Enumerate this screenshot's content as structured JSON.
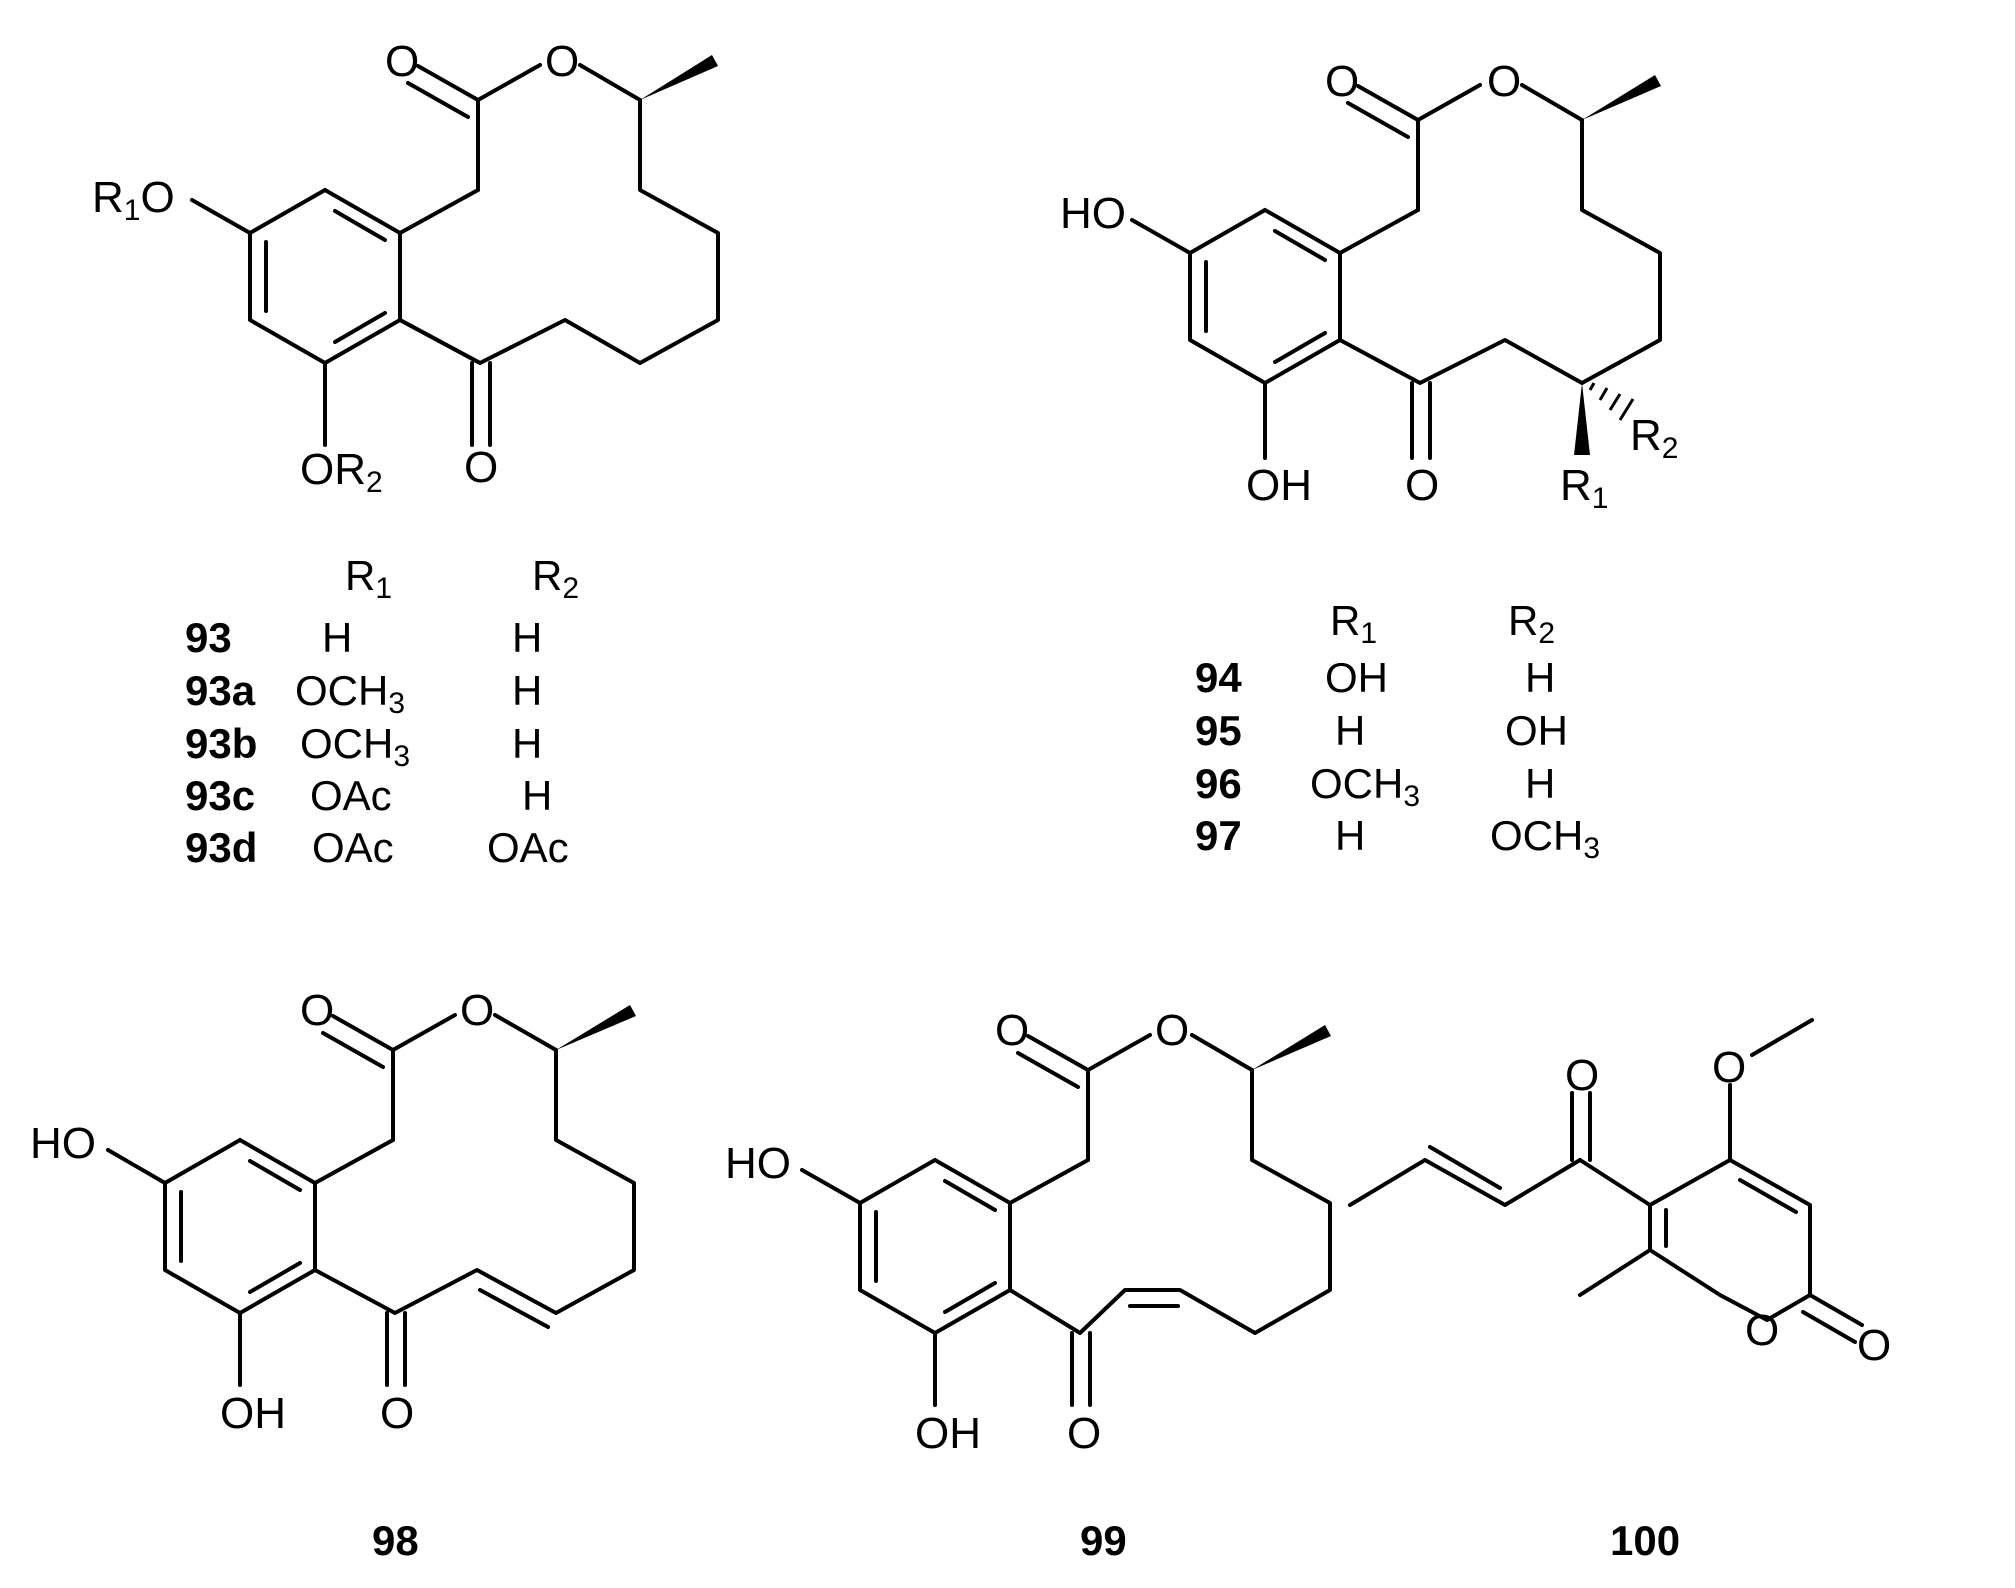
{
  "atoms": {
    "O": "O",
    "OH": "OH",
    "HO": "HO",
    "R1O": "R",
    "R1O_tail": "O",
    "OR2": "OR",
    "R": "R",
    "sub1": "1",
    "sub2": "2",
    "sub3": "3"
  },
  "compound_a": {
    "header_r1": "R",
    "header_r2": "R",
    "rows": [
      {
        "num": "93",
        "r1": "H",
        "r1_sub": "",
        "r2": "H",
        "r2_sub": ""
      },
      {
        "num": "93a",
        "r1": "OCH",
        "r1_sub": "3",
        "r2": "H",
        "r2_sub": ""
      },
      {
        "num": "93b",
        "r1": "OCH",
        "r1_sub": "3",
        "r2": "H",
        "r2_sub": ""
      },
      {
        "num": "93c",
        "r1": "OAc",
        "r1_sub": "",
        "r2": "H",
        "r2_sub": ""
      },
      {
        "num": "93d",
        "r1": "OAc",
        "r1_sub": "",
        "r2": "OAc",
        "r2_sub": ""
      }
    ]
  },
  "compound_b": {
    "header_r1": "R",
    "header_r2": "R",
    "rows": [
      {
        "num": "94",
        "r1": "OH",
        "r1_sub": "",
        "r2": "H",
        "r2_sub": ""
      },
      {
        "num": "95",
        "r1": "H",
        "r1_sub": "",
        "r2": "OH",
        "r2_sub": ""
      },
      {
        "num": "96",
        "r1": "OCH",
        "r1_sub": "3",
        "r2": "H",
        "r2_sub": ""
      },
      {
        "num": "97",
        "r1": "H",
        "r1_sub": "",
        "r2": "OCH",
        "r2_sub": "3"
      }
    ]
  },
  "bottom_labels": {
    "c98": "98",
    "c99": "99",
    "c100": "100"
  }
}
